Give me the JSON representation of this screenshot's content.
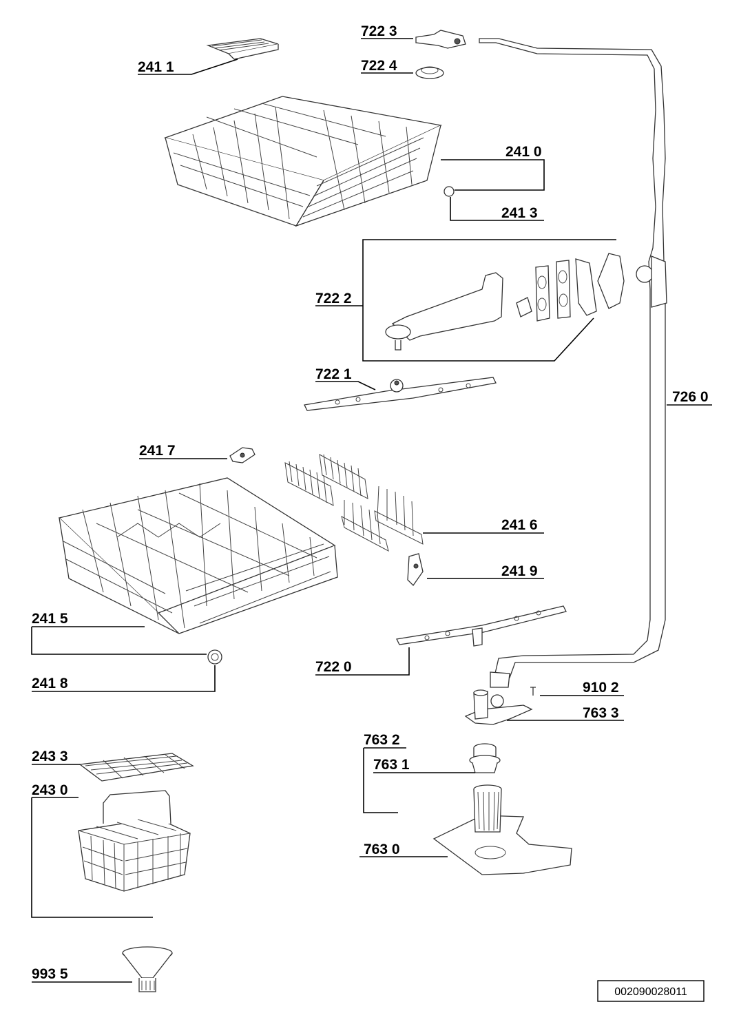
{
  "labels": {
    "l2411": "241 1",
    "l7223": "722 3",
    "l7224": "722 4",
    "l2410": "241 0",
    "l2413": "241 3",
    "l7222": "722 2",
    "l7221": "722 1",
    "l7260": "726 0",
    "l2417": "241 7",
    "l2416": "241 6",
    "l2419": "241 9",
    "l2415": "241 5",
    "l2418": "241 8",
    "l7220": "722 0",
    "l9102": "910 2",
    "l7633": "763 3",
    "l7632": "763 2",
    "l7631": "763 1",
    "l2433": "243 3",
    "l2430": "243 0",
    "l7630": "763 0",
    "l9935": "993 5"
  },
  "reference_code": "002090028011"
}
